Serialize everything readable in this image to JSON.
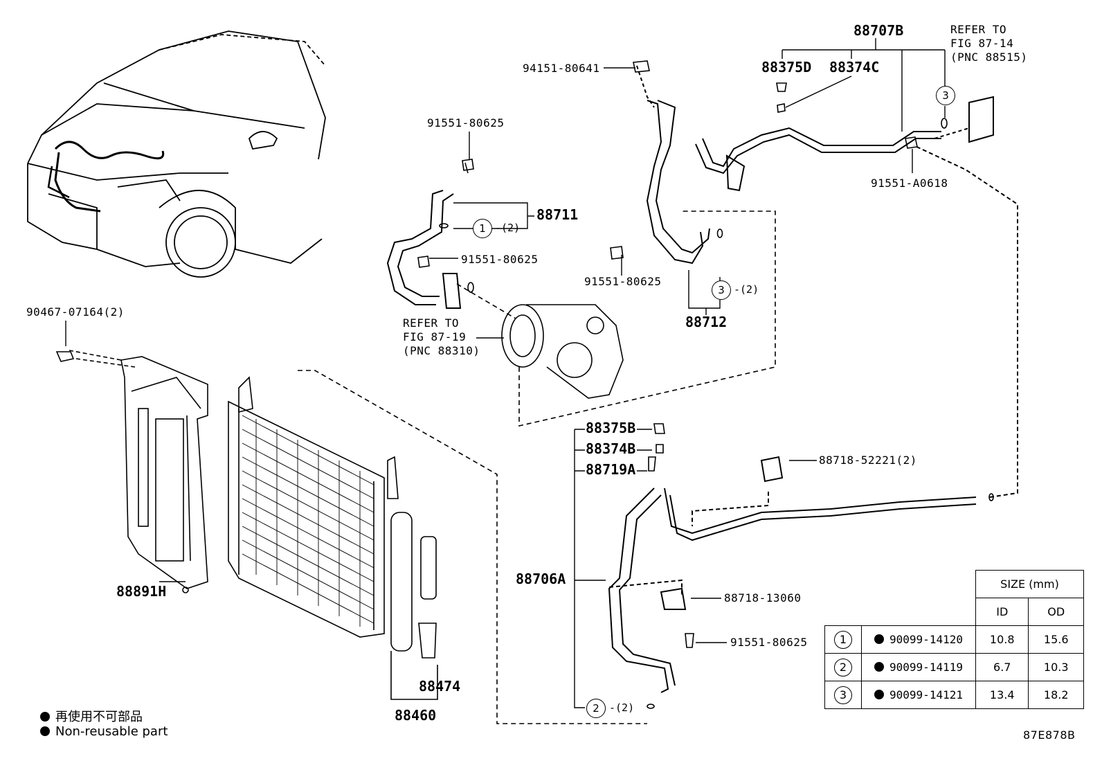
{
  "diagram_code": "87E878B",
  "labels": {
    "p88707B": "88707B",
    "p88375D": "88375D",
    "p88374C": "88374C",
    "p94151": "94151-80641",
    "p91551_a0618": "91551-A0618",
    "p91551_top": "91551-80625",
    "p88711": "88711",
    "p91551_mid": "91551-80625",
    "p91551_88712": "91551-80625",
    "p88712": "88712",
    "p90467": "90467-07164(2)",
    "p88891H": "88891H",
    "p88375B": "88375B",
    "p88374B": "88374B",
    "p88719A": "88719A",
    "p88718_52221": "88718-52221(2)",
    "p88706A": "88706A",
    "p88718_13060": "88718-13060",
    "p91551_bottom": "91551-80625",
    "p88474": "88474",
    "p88460": "88460"
  },
  "refer_top": "REFER TO\nFIG 87-14\n(PNC 88515)",
  "refer_compressor": "REFER TO\nFIG 87-19\n(PNC 88310)",
  "circle_markers": {
    "c1": "1",
    "c1_qty": "-(2)",
    "c3_top": "3",
    "c3_mid": "3",
    "c3_qty": "-(2)",
    "c2": "2",
    "c2_qty": "-(2)"
  },
  "size_table": {
    "header": "SIZE (mm)",
    "col_id": "ID",
    "col_od": "OD",
    "rows": [
      {
        "num": "1",
        "part": "90099-14120",
        "id": "10.8",
        "od": "15.6"
      },
      {
        "num": "2",
        "part": "90099-14119",
        "id": "6.7",
        "od": "10.3"
      },
      {
        "num": "3",
        "part": "90099-14121",
        "id": "13.4",
        "od": "18.2"
      }
    ]
  },
  "legend": {
    "japanese": "再使用不可部品",
    "english": "Non-reusable part"
  }
}
